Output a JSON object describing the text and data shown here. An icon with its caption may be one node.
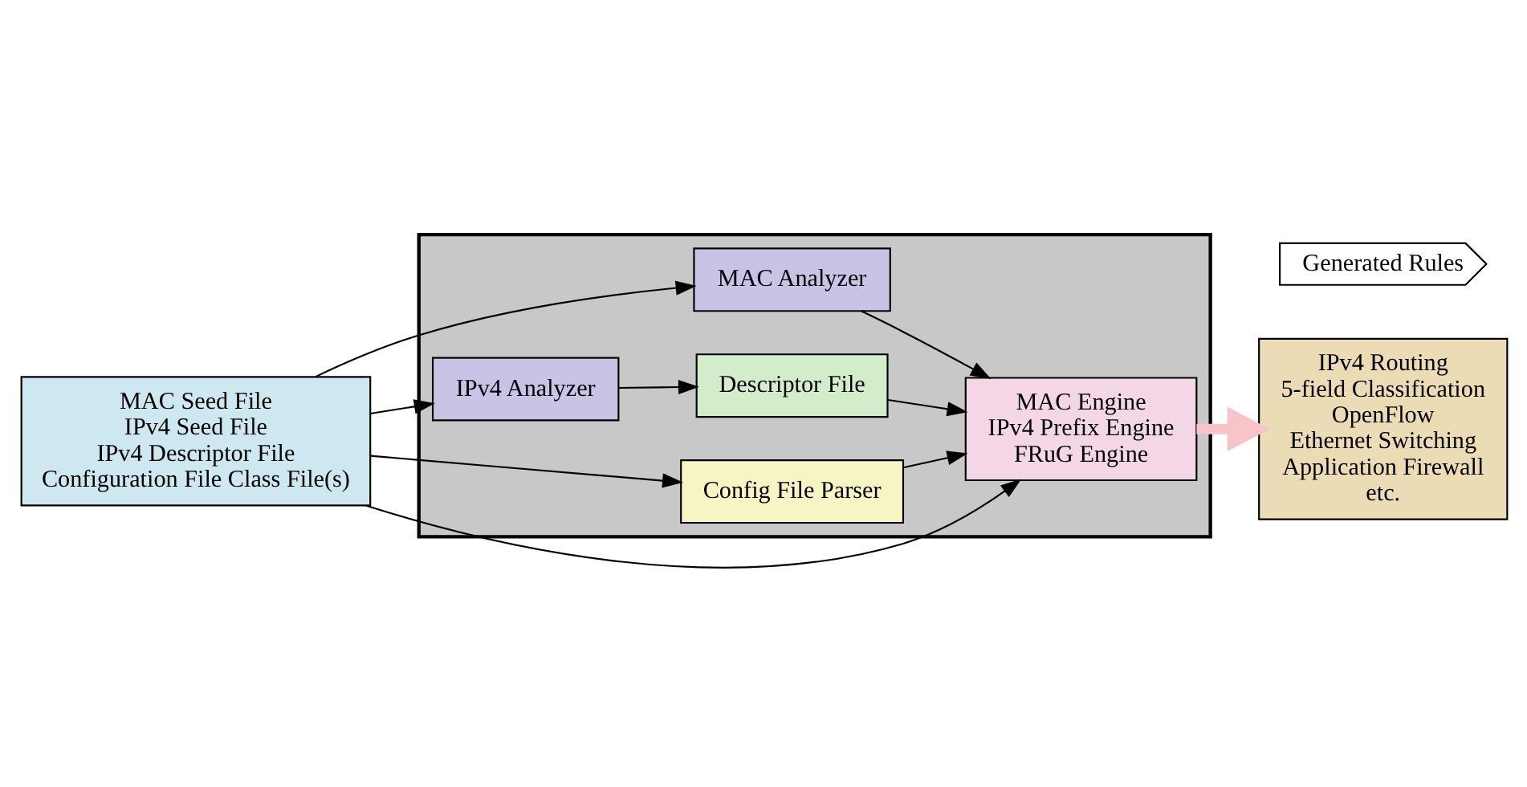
{
  "diagram": {
    "nodes": [
      {
        "text": [
          "MAC Seed File",
          "IPv4 Seed File",
          "IPv4 Descriptor File",
          "Configuration File Class File(s)"
        ]
      },
      {
        "text": [],
        "shape": "box"
      },
      {
        "text": [
          "MAC Analyzer"
        ],
        "in": 1
      },
      {
        "text": [
          "IPv4 Analyzer"
        ],
        "in": 1
      },
      {
        "text": [
          "Descriptor File"
        ],
        "in": 1
      },
      {
        "text": [
          "Config File Parser"
        ],
        "in": 1
      },
      {
        "text": [
          "MAC Engine",
          "IPv4 Prefix Engine",
          "FRuG Engine"
        ],
        "in": 1
      },
      {
        "text": [
          "Generated Rules"
        ]
      },
      {
        "text": [
          "IPv4 Routing",
          "5-field Classification",
          "OpenFlow",
          "Ethernet Switching",
          "Application Firewall",
          "etc."
        ]
      }
    ],
    "edges": [
      {
        "from": 0,
        "to": 2,
        "arrow": "to"
      },
      {
        "from": 0,
        "to": 3,
        "arrow": "to"
      },
      {
        "from": 0,
        "to": 6,
        "arrow": "to"
      },
      {
        "from": 0,
        "to": 5,
        "arrow": "to"
      },
      {
        "from": 2,
        "to": 6,
        "arrow": "to"
      },
      {
        "from": 3,
        "to": 4,
        "arrow": "to"
      },
      {
        "from": 4,
        "to": 6,
        "arrow": "to"
      },
      {
        "from": 5,
        "to": 6,
        "arrow": "to"
      },
      {
        "from": 6,
        "to": 8,
        "arrow": "to",
        "style": "thick",
        "color": "#f7c4c8"
      }
    ]
  }
}
